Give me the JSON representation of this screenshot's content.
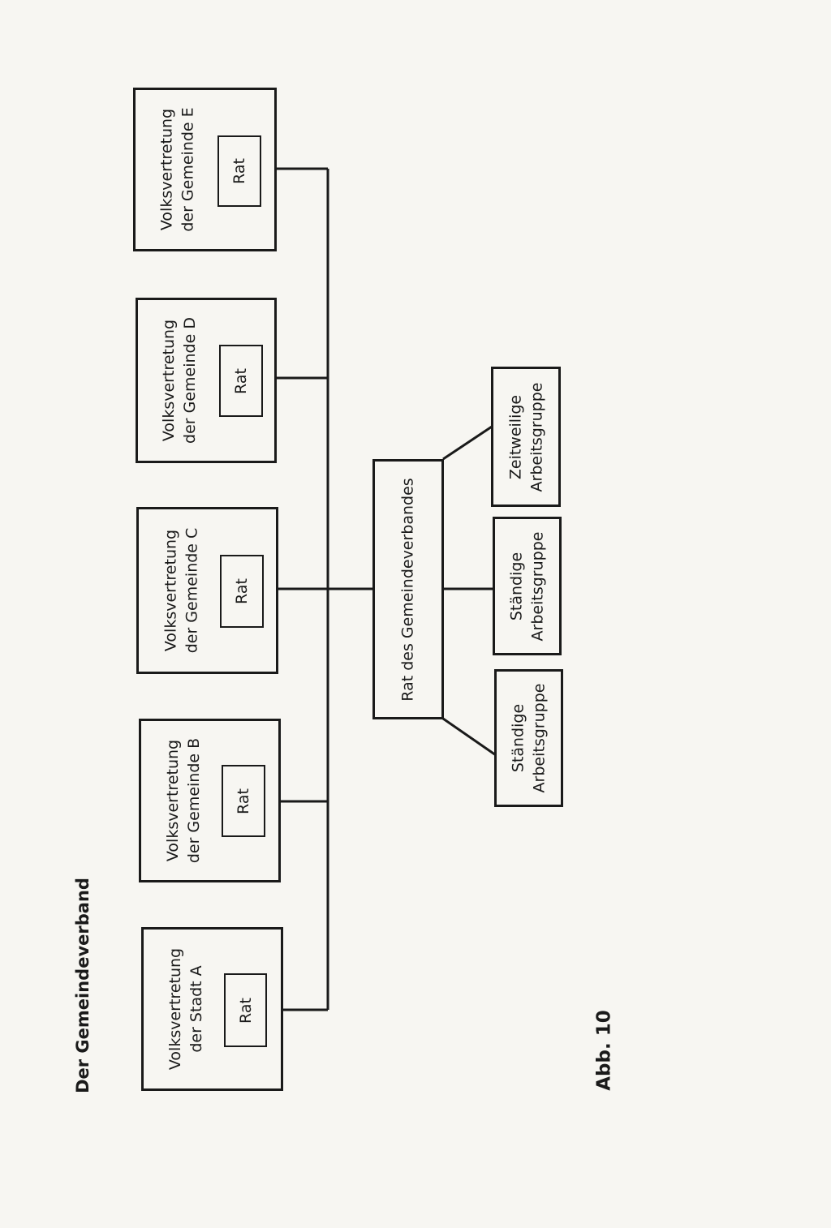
{
  "title": "Der Gemeindeverband",
  "figure_label": "Abb. 10",
  "council_label": "Rat",
  "assemblies": [
    {
      "name": "Volksvertretung\nder Stadt A"
    },
    {
      "name": "Volksvertretung\nder Gemeinde B"
    },
    {
      "name": "Volksvertretung\nder Gemeinde C"
    },
    {
      "name": "Volksvertretung\nder Gemeinde D"
    },
    {
      "name": "Volksvertretung\nder Gemeinde E"
    }
  ],
  "central": {
    "name": "Rat des Gemeindeverbandes"
  },
  "working_groups": [
    {
      "name": "Zeitweilige\nArbeitsgruppe"
    },
    {
      "name": "Ständige\nArbeitsgruppe"
    },
    {
      "name": "Ständige\nArbeitsgruppe"
    }
  ]
}
